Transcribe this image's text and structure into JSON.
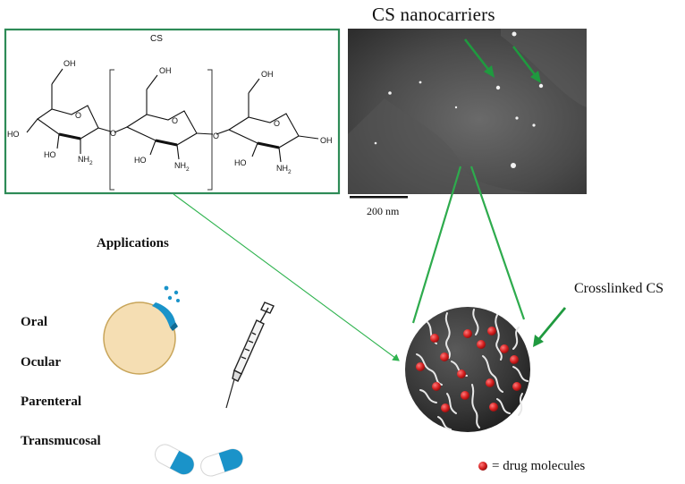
{
  "sem_panel": {
    "title": "CS nanocarriers",
    "scale_bar": "200 nm"
  },
  "structure_panel": {
    "label": "CS",
    "groups": {
      "oh": "OH",
      "ho": "HO",
      "nh": "NH",
      "sub2": "2"
    }
  },
  "nanoparticle": {
    "label": "Crosslinked CS"
  },
  "applications": {
    "heading": "Applications",
    "items": [
      "Oral",
      "Ocular",
      "Parenteral",
      "Transmucosal"
    ]
  },
  "legend": {
    "text": "= drug molecules"
  },
  "colors": {
    "green_frame": "#2e8b57",
    "arrow_green": "#1f9a3f",
    "drug_red": "#d62020",
    "sphere_dark": "#3c3c3c",
    "capsule_blue": "#1a93c9",
    "lens_fill": "#f5deb3"
  },
  "icons": [
    "contact-lens-icon",
    "syringe-icon",
    "capsule-icon",
    "drop-icon"
  ]
}
